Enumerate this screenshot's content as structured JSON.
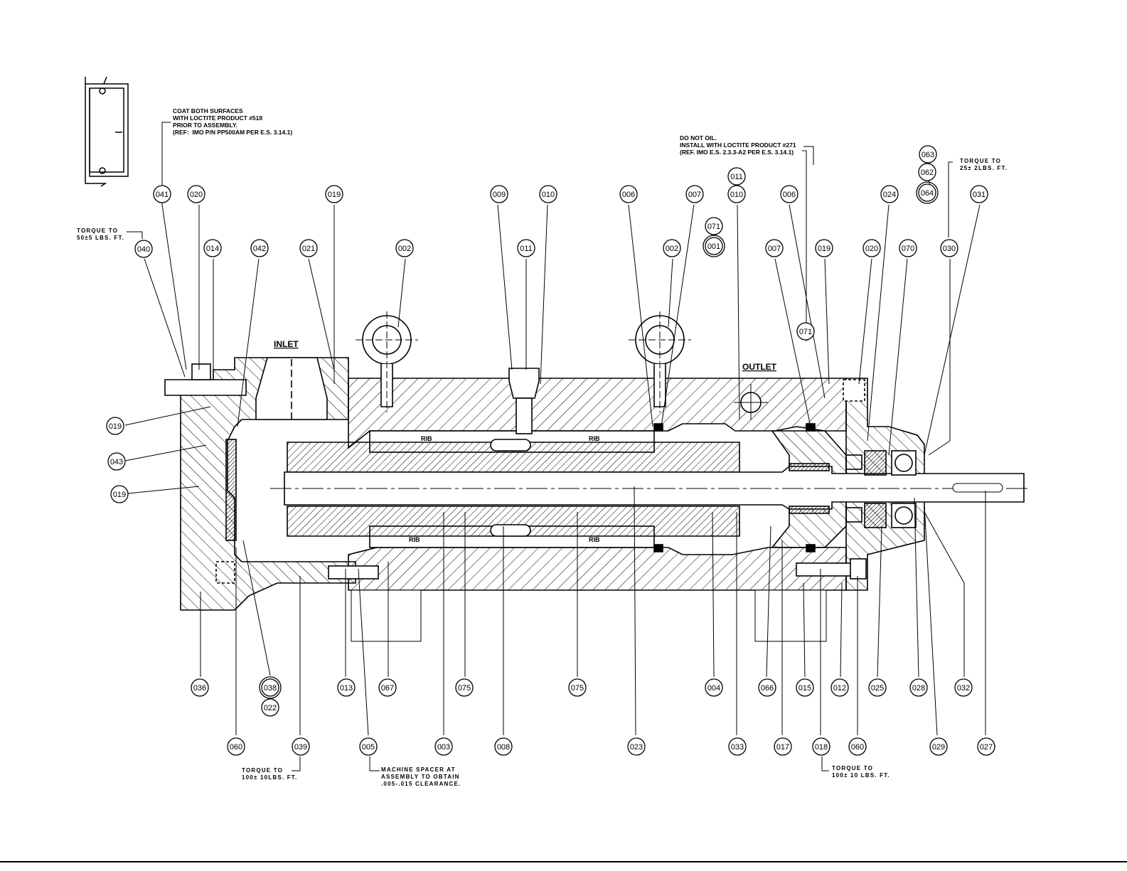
{
  "notes": {
    "loctite_518": "COAT BOTH SURFACES\nWITH LOCTITE PRODUCT #518\nPRIOR TO ASSEMBLY.\n(REF:  IMO P/N PP500AM PER E.S. 3.14.1)",
    "do_not_oil": "DO NOT OIL.\nINSTALL WITH LOCTITE PRODUCT #271\n(REF. IMO E.S. 2.3.3-A2 PER E.S. 3.14.1)",
    "torque_50": "TORQUE TO\n50±5 LBS. FT.",
    "torque_25": "TORQUE TO\n25± 2LBS. FT.",
    "torque_100_left": "TORQUE TO\n100± 10LBS. FT.",
    "torque_100_right": "TORQUE TO\n100± 10 LBS. FT.",
    "machine_spacer": "MACHINE SPACER AT\nASSEMBLY TO OBTAIN\n.005-.015 CLEARANCE."
  },
  "labels": {
    "inlet": "INLET",
    "outlet": "OUTLET",
    "rib": "RIB"
  },
  "callouts": {
    "top": [
      "041",
      "020",
      "019",
      "009",
      "010",
      "006",
      "007",
      "010",
      "006",
      "024",
      "031"
    ],
    "top_extra": [
      "011",
      "063",
      "062",
      "064"
    ],
    "second_row": [
      "040",
      "014",
      "042",
      "021",
      "002",
      "011",
      "002",
      "071",
      "001",
      "007",
      "019",
      "020",
      "070",
      "030"
    ],
    "mid": [
      "071"
    ],
    "left": [
      "019",
      "043",
      "019"
    ],
    "bottom_row1": [
      "036",
      "038",
      "013",
      "067",
      "075",
      "075",
      "004",
      "066",
      "015",
      "012",
      "025",
      "028",
      "032"
    ],
    "bottom_extra": [
      "022"
    ],
    "bottom_row2": [
      "060",
      "039",
      "005",
      "003",
      "008",
      "023",
      "033",
      "017",
      "018",
      "060",
      "029",
      "027"
    ]
  }
}
